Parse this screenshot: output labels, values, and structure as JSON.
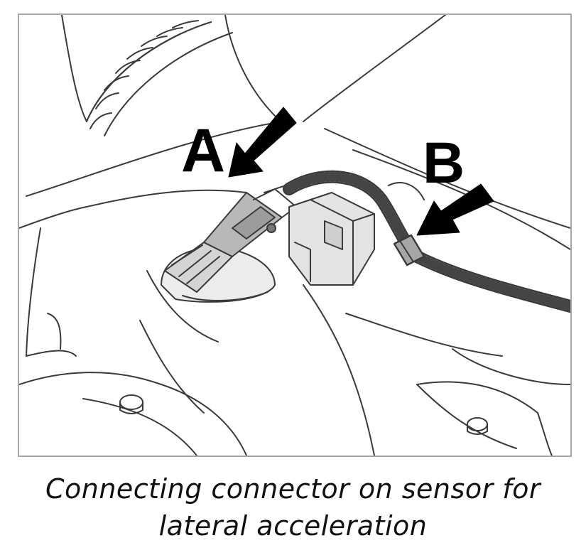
{
  "figure": {
    "callouts": {
      "a": "A",
      "b": "B"
    },
    "caption": {
      "line1": "Connecting connector on sensor for",
      "line2": "lateral acceleration"
    },
    "icons": [
      "arrow-a-icon",
      "arrow-b-icon"
    ],
    "colors": {
      "line": "#333333",
      "fill_light": "#d9d9d9",
      "fill_mid": "#b5b5b5",
      "arrow": "#000000",
      "frame": "#a8a8a8"
    }
  }
}
